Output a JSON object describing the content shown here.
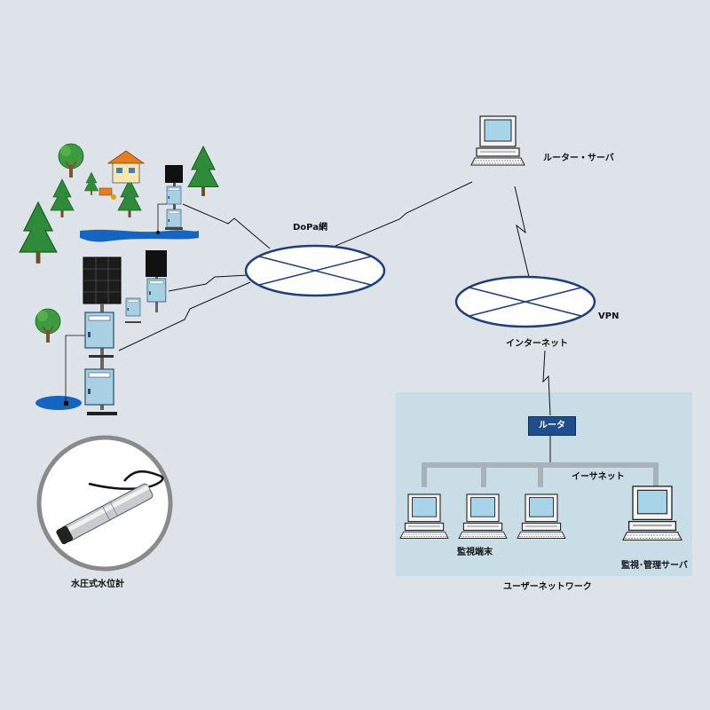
{
  "labels": {
    "dopa_network": "DoPa網",
    "router_server": "ルーター・サーバ",
    "vpn": "VPN",
    "internet": "インターネット",
    "router": "ルータ",
    "ethernet": "イーサネット",
    "monitoring_terminal": "監視端末",
    "monitoring_server": "監視･管理サーバ",
    "user_network": "ユーザーネットワーク",
    "water_level_gauge": "水圧式水位計"
  },
  "colors": {
    "background": "#dde3e8",
    "network_outline": "#1e3f7a",
    "user_network_bg": "#c9dde6",
    "router_box": "#1e4e8c",
    "tree": "#2e8b3a",
    "water": "#1565c0",
    "cabinet": "#a9cfe4"
  },
  "icons": [
    "computer-icon",
    "tree-icon",
    "house-icon",
    "solar-panel-icon",
    "cabinet-icon",
    "wireless-link-icon",
    "water-level-sensor-icon"
  ]
}
